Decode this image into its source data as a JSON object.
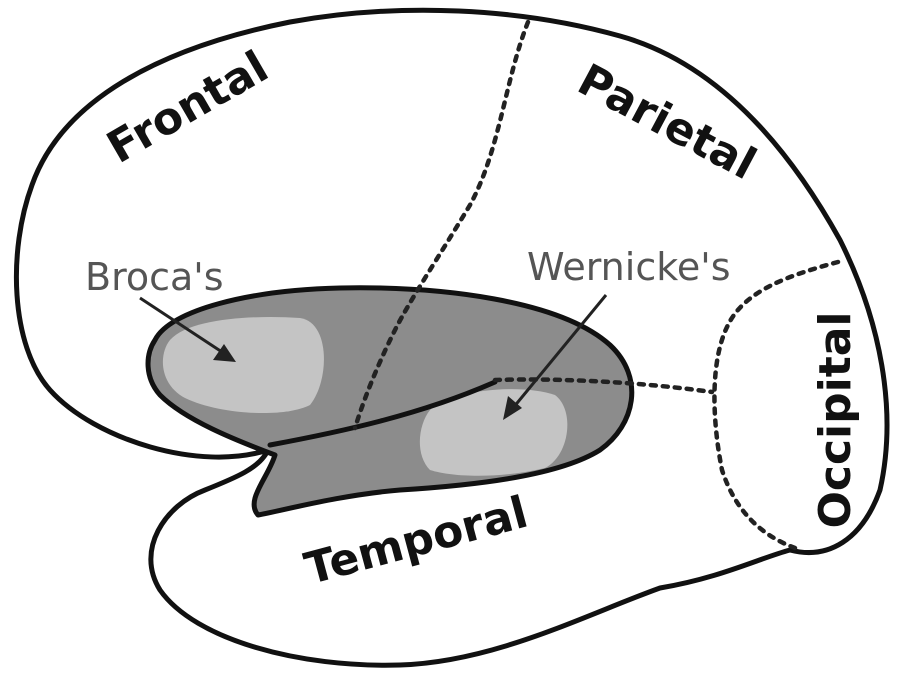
{
  "labels": {
    "frontal": "Frontal",
    "parietal": "Parietal",
    "occipital": "Occipital",
    "temporal": "Temporal",
    "broca": "Broca's",
    "wernicke": "Wernicke's"
  },
  "colors": {
    "outline": "#111111",
    "background": "#ffffff",
    "language_region": "#8c8c8c",
    "area_highlight": "#c4c4c4",
    "area_text": "#555555"
  }
}
